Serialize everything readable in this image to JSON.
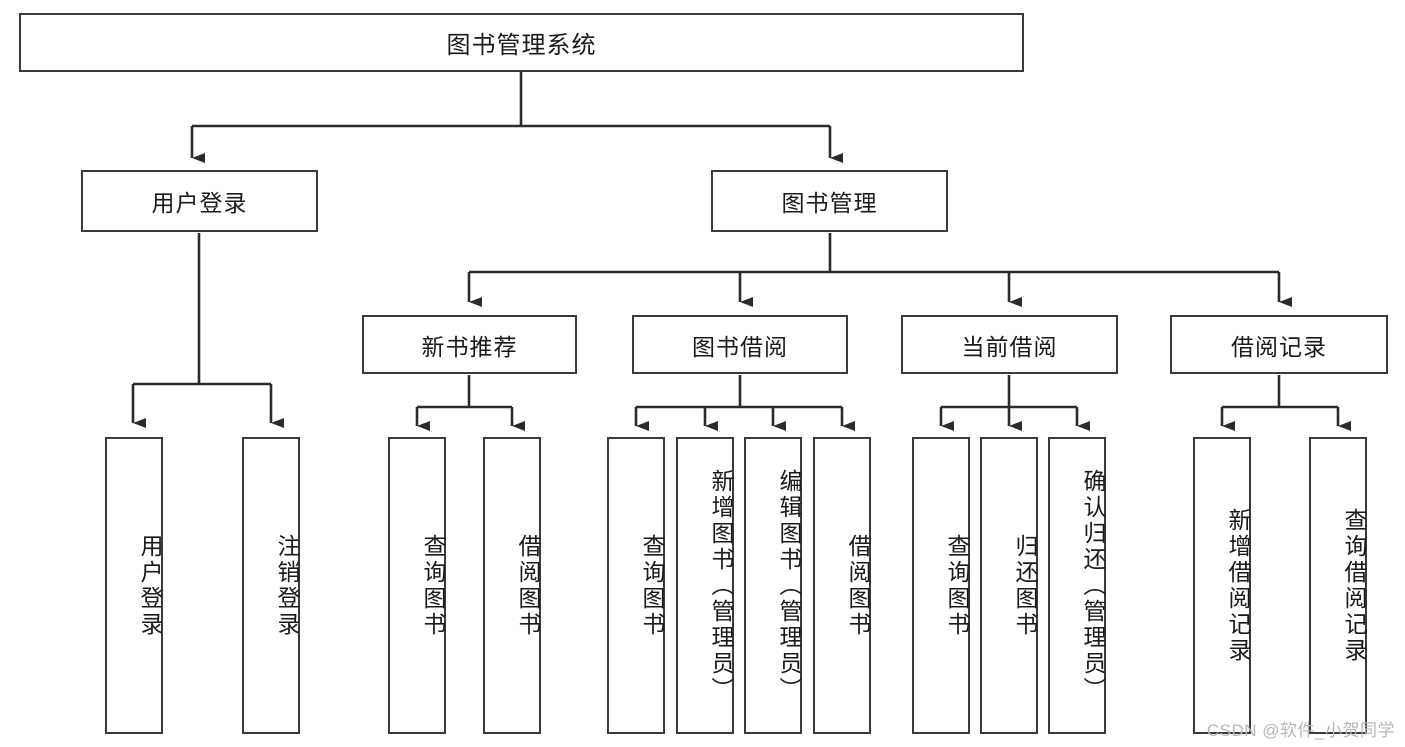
{
  "diagram": {
    "title": "图书管理系统",
    "type": "hierarchy-tree",
    "watermark": "CSDN @软件_小贺同学",
    "colors": {
      "box_border": "#3a3a3a",
      "box_fill": "#ffffff",
      "edge": "#2b2b2b",
      "text": "#1a1a1a",
      "watermark": "#b8b8b8"
    },
    "nodes": {
      "root": {
        "label": "图书管理系统",
        "level": 1,
        "orientation": "horizontal"
      },
      "l2": [
        {
          "id": "user-login",
          "label": "用户登录",
          "level": 2,
          "orientation": "horizontal"
        },
        {
          "id": "book-manage",
          "label": "图书管理",
          "level": 2,
          "orientation": "horizontal"
        }
      ],
      "l3": [
        {
          "id": "new-book-rec",
          "label": "新书推荐",
          "level": 3,
          "orientation": "horizontal"
        },
        {
          "id": "book-borrow",
          "label": "图书借阅",
          "level": 3,
          "orientation": "horizontal"
        },
        {
          "id": "current-borrow",
          "label": "当前借阅",
          "level": 3,
          "orientation": "horizontal"
        },
        {
          "id": "borrow-record",
          "label": "借阅记录",
          "level": 3,
          "orientation": "horizontal"
        }
      ],
      "leaves": [
        {
          "id": "leaf-user-login",
          "label": "用户登录",
          "parent": "user-login",
          "orientation": "vertical"
        },
        {
          "id": "leaf-logout",
          "label": "注销登录",
          "parent": "user-login",
          "orientation": "vertical"
        },
        {
          "id": "leaf-query-book-1",
          "label": "查询图书",
          "parent": "new-book-rec",
          "orientation": "vertical"
        },
        {
          "id": "leaf-borrow-book-1",
          "label": "借阅图书",
          "parent": "new-book-rec",
          "orientation": "vertical"
        },
        {
          "id": "leaf-query-book-2",
          "label": "查询图书",
          "parent": "book-borrow",
          "orientation": "vertical"
        },
        {
          "id": "leaf-add-book",
          "label": "新增图书（管理员）",
          "parent": "book-borrow",
          "orientation": "vertical"
        },
        {
          "id": "leaf-edit-book",
          "label": "编辑图书（管理员）",
          "parent": "book-borrow",
          "orientation": "vertical"
        },
        {
          "id": "leaf-borrow-book-2",
          "label": "借阅图书",
          "parent": "book-borrow",
          "orientation": "vertical"
        },
        {
          "id": "leaf-query-book-3",
          "label": "查询图书",
          "parent": "current-borrow",
          "orientation": "vertical"
        },
        {
          "id": "leaf-return-book",
          "label": "归还图书",
          "parent": "current-borrow",
          "orientation": "vertical"
        },
        {
          "id": "leaf-confirm-return",
          "label": "确认归还（管理员）",
          "parent": "current-borrow",
          "orientation": "vertical"
        },
        {
          "id": "leaf-add-record",
          "label": "新增借阅记录",
          "parent": "borrow-record",
          "orientation": "vertical"
        },
        {
          "id": "leaf-query-record",
          "label": "查询借阅记录",
          "parent": "borrow-record",
          "orientation": "vertical"
        }
      ]
    }
  }
}
